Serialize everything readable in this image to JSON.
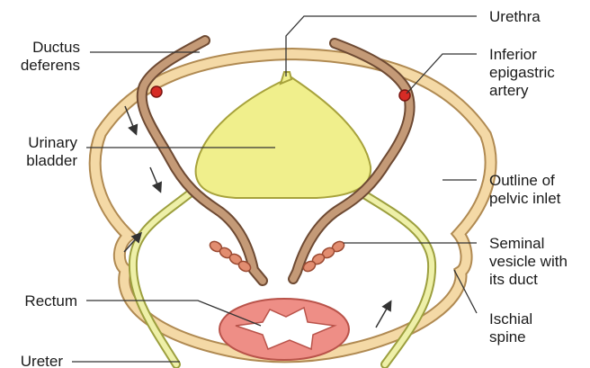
{
  "labels": {
    "ductus_deferens": [
      "Ductus",
      "deferens"
    ],
    "urethra": [
      "Urethra"
    ],
    "inferior_epigastric_artery": [
      "Inferior",
      "epigastric",
      "artery"
    ],
    "urinary_bladder": [
      "Urinary",
      "bladder"
    ],
    "outline_pelvic_inlet": [
      "Outline of",
      "pelvic inlet"
    ],
    "seminal_vesicle": [
      "Seminal",
      "vesicle with",
      "its duct"
    ],
    "rectum": [
      "Rectum"
    ],
    "ischial_spine": [
      "Ischial",
      "spine"
    ],
    "ureter": [
      "Ureter"
    ]
  },
  "colors": {
    "pelvis": "#f4d9a6",
    "pelvis_outline": "#b08a52",
    "bladder": "#f0ef8c",
    "bladder_outline": "#a7a23c",
    "ureter": "#eef0a8",
    "ureter_outline": "#9c9f3e",
    "ductus": "#c49a77",
    "ductus_outline": "#6e4a33",
    "vesicle": "#e28d70",
    "vesicle_outline": "#9a4a32",
    "rectum": "#ee8e86",
    "rectum_inner": "#ffffff",
    "rectum_outline": "#b9534a",
    "artery": "#d62b25",
    "arrow": "#333333"
  }
}
